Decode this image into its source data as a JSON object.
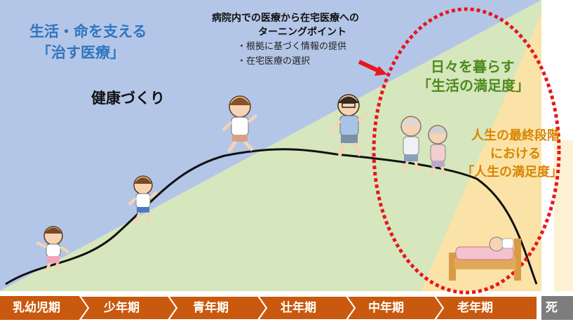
{
  "regions": {
    "cure_medicine": {
      "line1": "生活・命を支える",
      "line2": "「治す医療」"
    },
    "health_building": "健康づくり",
    "turning_point": {
      "title_line1": "病院内での医療から在宅医療への",
      "title_line2": "ターニングポイント",
      "bullets": [
        "・根拠に基づく情報の提供",
        "・在宅医療の選択"
      ]
    },
    "daily_life": {
      "line1": "日々を暮らす",
      "line2": "「生活の満足度」"
    },
    "final_stage": {
      "line1": "人生の最終段階",
      "line2": "における",
      "line3": "「人生の満足度」"
    }
  },
  "timeline": {
    "stages": [
      "乳幼児期",
      "少年期",
      "青年期",
      "壮年期",
      "中年期",
      "老年期"
    ],
    "end_label": "死"
  },
  "colors": {
    "blue_zone": "#b4c6e7",
    "green_zone": "#d6e6bd",
    "yellow_zone": "#fbe3a8",
    "arrow_bar": "#c9590e",
    "red_highlight": "#e8161d",
    "curve": "#111111"
  },
  "icons": [
    "child-icon",
    "boy-icon",
    "woman-jogging-icon",
    "man-jogging-icon",
    "elderly-couple-icon",
    "bed-patient-icon",
    "red-arrow-icon"
  ]
}
